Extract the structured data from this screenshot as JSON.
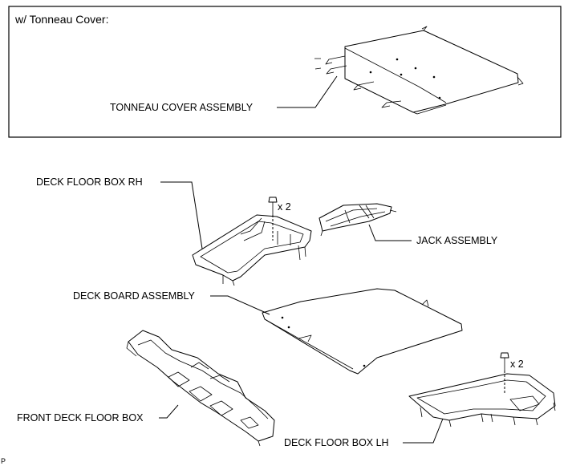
{
  "inset": {
    "title": "w/ Tonneau Cover:"
  },
  "labels": {
    "tonneau_cover": "TONNEAU COVER ASSEMBLY",
    "deck_floor_box_rh": "DECK FLOOR BOX RH",
    "jack_assembly": "JACK ASSEMBLY",
    "deck_board": "DECK BOARD ASSEMBLY",
    "front_deck_floor_box": "FRONT DECK FLOOR BOX",
    "deck_floor_box_lh": "DECK FLOOR BOX LH"
  },
  "quantities": {
    "rh_bolts": "x 2",
    "lh_bolts": "x 2"
  },
  "corner_code": "P"
}
